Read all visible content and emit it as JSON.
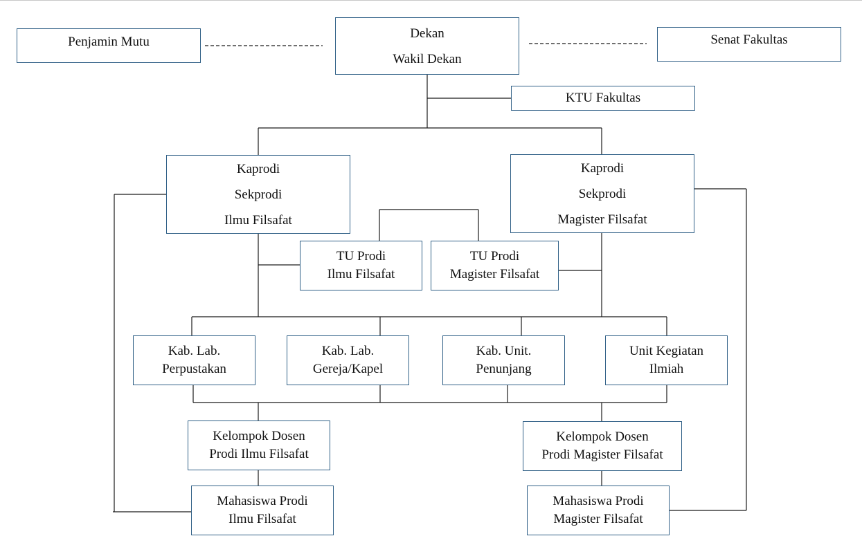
{
  "nodes": {
    "penjamin_mutu": {
      "lines": [
        "Penjamin Mutu"
      ]
    },
    "dekan": {
      "lines": [
        "Dekan",
        "Wakil Dekan"
      ]
    },
    "senat_fakultas": {
      "lines": [
        "Senat Fakultas"
      ]
    },
    "ktu_fakultas": {
      "lines": [
        "KTU Fakultas"
      ]
    },
    "kaprodi_ilmu": {
      "lines": [
        "Kaprodi",
        "Sekprodi",
        "Ilmu Filsafat"
      ]
    },
    "kaprodi_magister": {
      "lines": [
        "Kaprodi",
        "Sekprodi",
        "Magister Filsafat"
      ]
    },
    "tu_ilmu": {
      "lines": [
        "TU Prodi",
        "Ilmu Filsafat"
      ]
    },
    "tu_magister": {
      "lines": [
        "TU Prodi",
        "Magister Filsafat"
      ]
    },
    "kab_perpustakaan": {
      "lines": [
        "Kab. Lab.",
        "Perpustakan"
      ]
    },
    "kab_gereja": {
      "lines": [
        "Kab. Lab.",
        "Gereja/Kapel"
      ]
    },
    "kab_unit": {
      "lines": [
        "Kab. Unit.",
        "Penunjang"
      ]
    },
    "unit_kegiatan": {
      "lines": [
        "Unit Kegiatan",
        "Ilmiah"
      ]
    },
    "dosen_ilmu": {
      "lines": [
        "Kelompok Dosen",
        "Prodi Ilmu Filsafat"
      ]
    },
    "dosen_magister": {
      "lines": [
        "Kelompok Dosen",
        "Prodi Magister Filsafat"
      ]
    },
    "mhs_ilmu": {
      "lines": [
        "Mahasiswa Prodi",
        "Ilmu Filsafat"
      ]
    },
    "mhs_magister": {
      "lines": [
        "Mahasiswa Prodi",
        "Magister Filsafat"
      ]
    }
  },
  "colors": {
    "box_border": "#2f5f86",
    "connector": "#1a1a1a"
  }
}
